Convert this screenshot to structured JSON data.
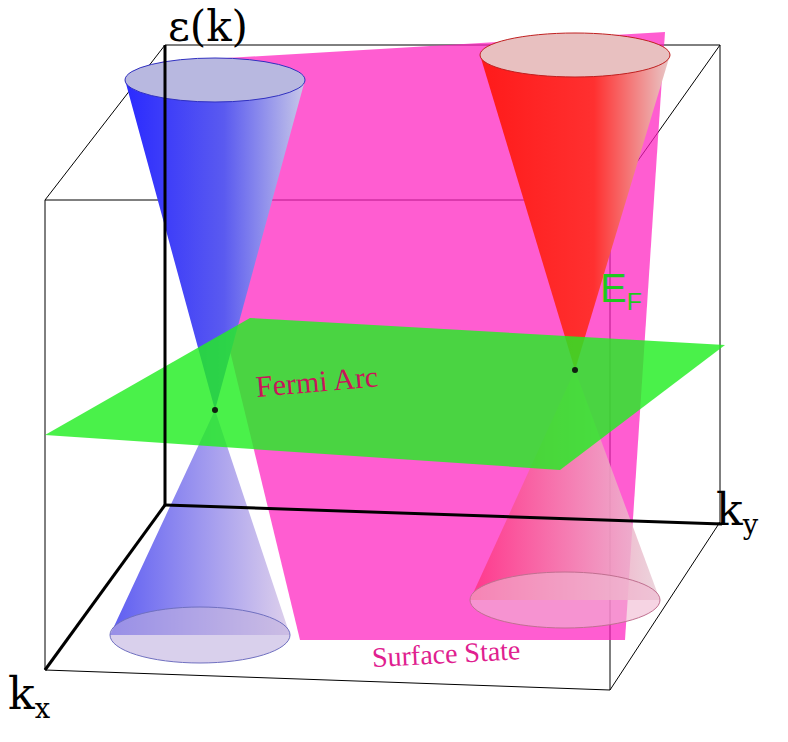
{
  "diagram": {
    "labels": [
      "ε(k)",
      "kx",
      "ky",
      "EF",
      "Fermi Arc",
      "Surface State"
    ]
  }
}
